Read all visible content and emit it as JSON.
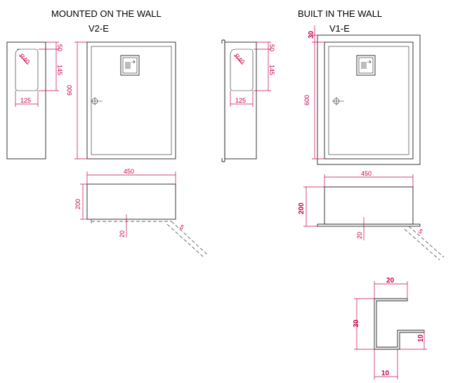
{
  "left": {
    "title": "MOUNTED ON THE WALL",
    "code": "V2-E",
    "dim_radius": "R40",
    "dim_top": "50",
    "dim_height_window": "145",
    "dim_width_window": "125",
    "dim_height": "600",
    "dim_width": "450",
    "dim_depth": "200",
    "dim_door": "20",
    "dim_swing": "5"
  },
  "right": {
    "title": "BUILT IN THE WALL",
    "code": "V1-E",
    "dim_flange": "30",
    "dim_radius": "R40",
    "dim_top": "50",
    "dim_height_window": "145",
    "dim_width_window": "125",
    "dim_height": "600",
    "dim_width": "450",
    "dim_depth": "200",
    "dim_door": "20",
    "dim_swing": "5"
  },
  "profile": {
    "dim_top": "20",
    "dim_height": "30",
    "dim_foot": "10",
    "dim_bottom": "10"
  }
}
